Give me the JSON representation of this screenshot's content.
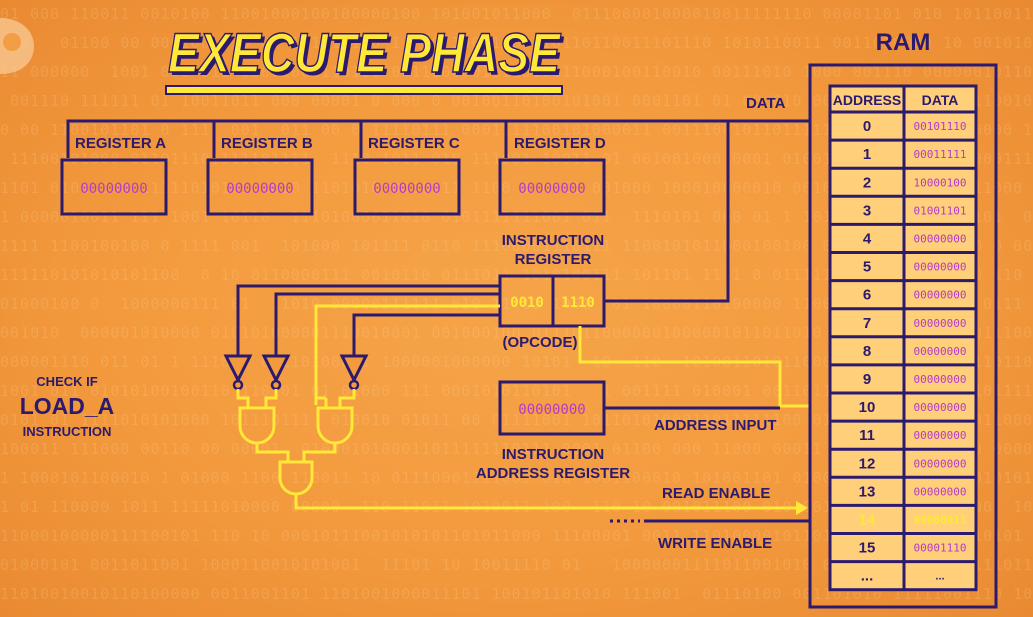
{
  "title": "EXECUTE PHASE",
  "ram": {
    "label": "RAM",
    "col_address": "ADDRESS",
    "col_data": "DATA",
    "rows": [
      {
        "address": "0",
        "data": "00101110"
      },
      {
        "address": "1",
        "data": "00011111"
      },
      {
        "address": "2",
        "data": "10000100"
      },
      {
        "address": "3",
        "data": "01001101"
      },
      {
        "address": "4",
        "data": "00000000"
      },
      {
        "address": "5",
        "data": "00000000"
      },
      {
        "address": "6",
        "data": "00000000"
      },
      {
        "address": "7",
        "data": "00000000"
      },
      {
        "address": "8",
        "data": "00000000"
      },
      {
        "address": "9",
        "data": "00000000"
      },
      {
        "address": "10",
        "data": "00000000"
      },
      {
        "address": "11",
        "data": "00000000"
      },
      {
        "address": "12",
        "data": "00000000"
      },
      {
        "address": "13",
        "data": "00000000"
      },
      {
        "address": "14",
        "data": "00000011",
        "highlight": true
      },
      {
        "address": "15",
        "data": "00001110"
      },
      {
        "address": "...",
        "data": "..."
      }
    ]
  },
  "registers": [
    {
      "label": "REGISTER A",
      "value": "00000000"
    },
    {
      "label": "REGISTER B",
      "value": "00000000"
    },
    {
      "label": "REGISTER C",
      "value": "00000000"
    },
    {
      "label": "REGISTER D",
      "value": "00000000"
    }
  ],
  "instruction_register": {
    "label_line1": "INSTRUCTION",
    "label_line2": "REGISTER",
    "opcode": "0010",
    "address": "1110",
    "opcode_label": "(OPCODE)"
  },
  "instruction_address_register": {
    "value": "00000000",
    "label_line1": "INSTRUCTION",
    "label_line2": "ADDRESS REGISTER"
  },
  "signals": {
    "data": "DATA",
    "address_input": "ADDRESS INPUT",
    "read_enable": "READ ENABLE",
    "write_enable": "WRITE ENABLE"
  },
  "check": {
    "line1": "CHECK IF",
    "line2": "LOAD_A",
    "line3": "INSTRUCTION"
  },
  "colors": {
    "background": "#f39a3e",
    "line": "#2b1a6e",
    "signal": "#ffe838",
    "value": "#b43cc8",
    "ram_fill": "#ffcf7a"
  }
}
